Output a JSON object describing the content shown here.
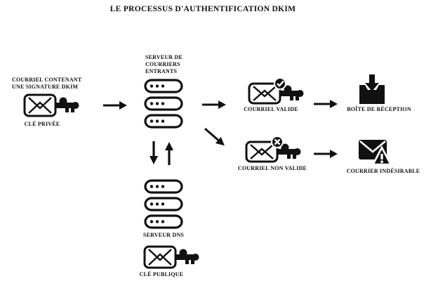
{
  "title": "LE PROCESSUS D'AUTHENTIFICATION DKIM",
  "colors": {
    "ink": "#111111",
    "background": "#ffffff"
  },
  "nodes": {
    "signed_email": {
      "label_line1": "COURRIEL CONTENANT",
      "label_line2": "UNE SIGNATURE DKIM",
      "caption": "CLÉ PRIVÉE",
      "icon": "envelope-key-icon"
    },
    "incoming_server": {
      "label_line1": "SERVEUR DE",
      "label_line2": "COURRIERS",
      "label_line3": "ENTRANTS",
      "icon": "server-stack-icon"
    },
    "dns_server": {
      "caption": "SERVEUR DNS",
      "icon": "server-stack-icon"
    },
    "public_key": {
      "caption": "CLÉ PUBLIQUE",
      "icon": "envelope-key-icon"
    },
    "valid_email": {
      "caption": "COURRIEL VALIDE",
      "icon": "envelope-key-check-icon"
    },
    "inbox": {
      "caption": "BOÎTE DE RÉCEPTION",
      "icon": "inbox-tray-icon"
    },
    "invalid_email": {
      "caption": "COURRIEL NON VALIDE",
      "icon": "envelope-key-cross-icon"
    },
    "spam": {
      "caption": "COURRIER INDÉSIRABLE",
      "icon": "envelope-warning-icon"
    }
  }
}
